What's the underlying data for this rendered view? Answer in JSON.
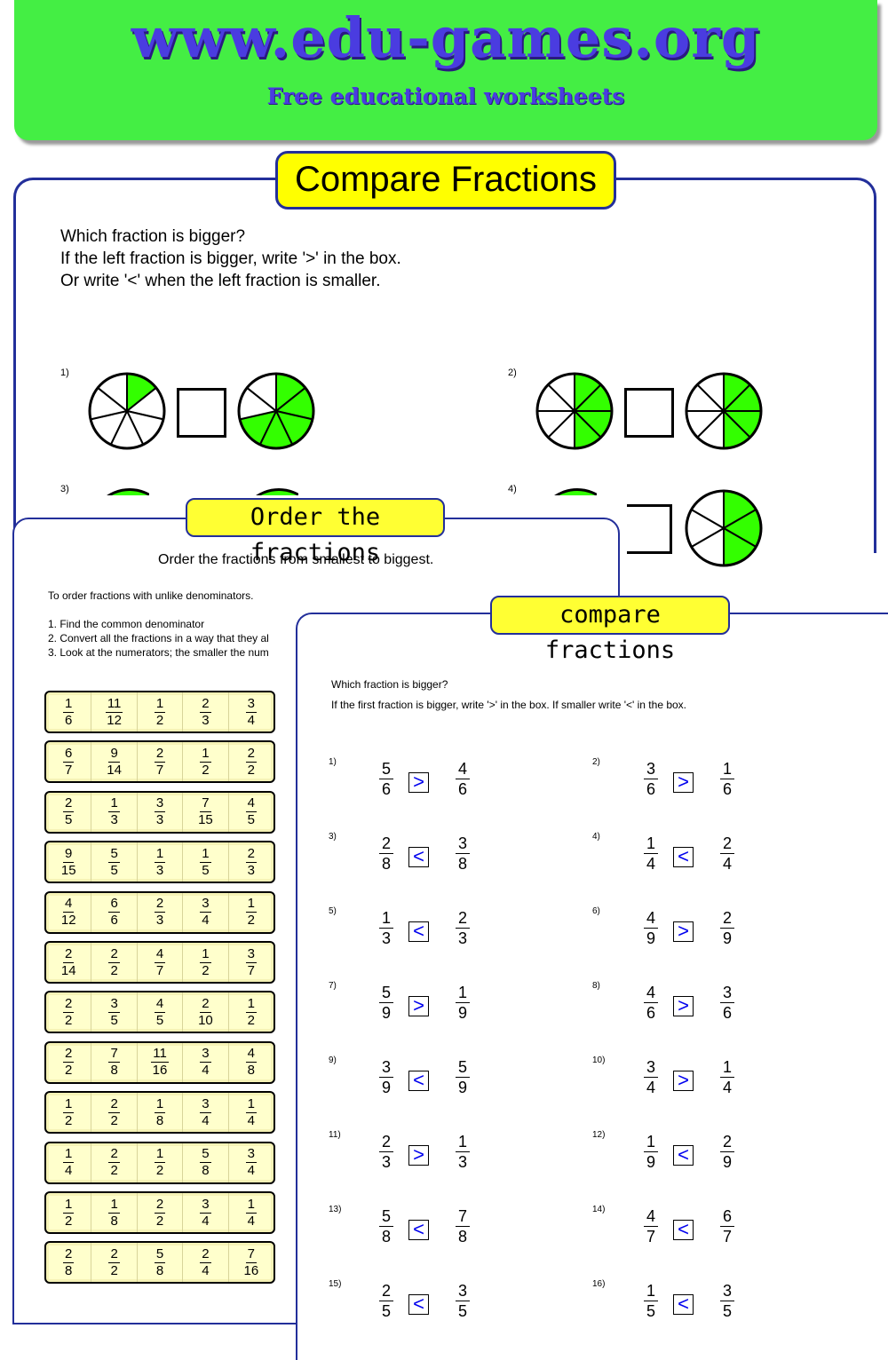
{
  "header": {
    "site": "www.edu-games.org",
    "tagline": "Free educational worksheets"
  },
  "compare_sheet": {
    "title": "Compare Fractions",
    "instructions": [
      "Which fraction is bigger?",
      "If the left fraction is bigger, write '>' in the box.",
      "Or write '<' when the left fraction is smaller."
    ],
    "questions": [
      {
        "number": "1)",
        "left": {
          "parts": 7,
          "filled": 1
        },
        "answer": "",
        "right": {
          "parts": 7,
          "filled": 5
        }
      },
      {
        "number": "2)",
        "left": {
          "parts": 8,
          "filled": 4
        },
        "answer": "",
        "right": {
          "parts": 8,
          "filled": 4
        }
      },
      {
        "number": "3)"
      },
      {
        "number": "4)",
        "right": {
          "parts": 6,
          "filled": 3
        }
      }
    ]
  },
  "order_sheet": {
    "title": "Order the fractions",
    "instruction": "Order the fractions from smallest to biggest.",
    "help_title": "To order fractions with unlike denominators.",
    "help_steps": [
      "1. Find the common denominator",
      "2. Convert all the fractions in a way that they al",
      "3. Look at the numerators; the smaller the num"
    ],
    "rows": [
      [
        [
          "1",
          "6"
        ],
        [
          "11",
          "12"
        ],
        [
          "1",
          "2"
        ],
        [
          "2",
          "3"
        ],
        [
          "3",
          "4"
        ]
      ],
      [
        [
          "6",
          "7"
        ],
        [
          "9",
          "14"
        ],
        [
          "2",
          "7"
        ],
        [
          "1",
          "2"
        ],
        [
          "2",
          "2"
        ]
      ],
      [
        [
          "2",
          "5"
        ],
        [
          "1",
          "3"
        ],
        [
          "3",
          "3"
        ],
        [
          "7",
          "15"
        ],
        [
          "4",
          "5"
        ]
      ],
      [
        [
          "9",
          "15"
        ],
        [
          "5",
          "5"
        ],
        [
          "1",
          "3"
        ],
        [
          "1",
          "5"
        ],
        [
          "2",
          "3"
        ]
      ],
      [
        [
          "4",
          "12"
        ],
        [
          "6",
          "6"
        ],
        [
          "2",
          "3"
        ],
        [
          "3",
          "4"
        ],
        [
          "1",
          "2"
        ]
      ],
      [
        [
          "2",
          "14"
        ],
        [
          "2",
          "2"
        ],
        [
          "4",
          "7"
        ],
        [
          "1",
          "2"
        ],
        [
          "3",
          "7"
        ]
      ],
      [
        [
          "2",
          "2"
        ],
        [
          "3",
          "5"
        ],
        [
          "4",
          "5"
        ],
        [
          "2",
          "10"
        ],
        [
          "1",
          "2"
        ]
      ],
      [
        [
          "2",
          "2"
        ],
        [
          "7",
          "8"
        ],
        [
          "11",
          "16"
        ],
        [
          "3",
          "4"
        ],
        [
          "4",
          "8"
        ]
      ],
      [
        [
          "1",
          "2"
        ],
        [
          "2",
          "2"
        ],
        [
          "1",
          "8"
        ],
        [
          "3",
          "4"
        ],
        [
          "1",
          "4"
        ]
      ],
      [
        [
          "1",
          "4"
        ],
        [
          "2",
          "2"
        ],
        [
          "1",
          "2"
        ],
        [
          "5",
          "8"
        ],
        [
          "3",
          "4"
        ]
      ],
      [
        [
          "1",
          "2"
        ],
        [
          "1",
          "8"
        ],
        [
          "2",
          "2"
        ],
        [
          "3",
          "4"
        ],
        [
          "1",
          "4"
        ]
      ],
      [
        [
          "2",
          "8"
        ],
        [
          "2",
          "2"
        ],
        [
          "5",
          "8"
        ],
        [
          "2",
          "4"
        ],
        [
          "7",
          "16"
        ]
      ]
    ]
  },
  "compare_sheet_2": {
    "title": "compare fractions",
    "instructions": [
      "Which fraction is bigger?",
      "If the first fraction is bigger, write '>' in the box. If smaller write '<' in the box."
    ],
    "problems": [
      {
        "number": "1)",
        "left": [
          "5",
          "6"
        ],
        "symbol": ">",
        "right": [
          "4",
          "6"
        ]
      },
      {
        "number": "2)",
        "left": [
          "3",
          "6"
        ],
        "symbol": ">",
        "right": [
          "1",
          "6"
        ]
      },
      {
        "number": "3)",
        "left": [
          "2",
          "8"
        ],
        "symbol": "<",
        "right": [
          "3",
          "8"
        ]
      },
      {
        "number": "4)",
        "left": [
          "1",
          "4"
        ],
        "symbol": "<",
        "right": [
          "2",
          "4"
        ]
      },
      {
        "number": "5)",
        "left": [
          "1",
          "3"
        ],
        "symbol": "<",
        "right": [
          "2",
          "3"
        ]
      },
      {
        "number": "6)",
        "left": [
          "4",
          "9"
        ],
        "symbol": ">",
        "right": [
          "2",
          "9"
        ]
      },
      {
        "number": "7)",
        "left": [
          "5",
          "9"
        ],
        "symbol": ">",
        "right": [
          "1",
          "9"
        ]
      },
      {
        "number": "8)",
        "left": [
          "4",
          "6"
        ],
        "symbol": ">",
        "right": [
          "3",
          "6"
        ]
      },
      {
        "number": "9)",
        "left": [
          "3",
          "9"
        ],
        "symbol": "<",
        "right": [
          "5",
          "9"
        ]
      },
      {
        "number": "10)",
        "left": [
          "3",
          "4"
        ],
        "symbol": ">",
        "right": [
          "1",
          "4"
        ]
      },
      {
        "number": "11)",
        "left": [
          "2",
          "3"
        ],
        "symbol": ">",
        "right": [
          "1",
          "3"
        ]
      },
      {
        "number": "12)",
        "left": [
          "1",
          "9"
        ],
        "symbol": "<",
        "right": [
          "2",
          "9"
        ]
      },
      {
        "number": "13)",
        "left": [
          "5",
          "8"
        ],
        "symbol": "<",
        "right": [
          "7",
          "8"
        ]
      },
      {
        "number": "14)",
        "left": [
          "4",
          "7"
        ],
        "symbol": "<",
        "right": [
          "6",
          "7"
        ]
      },
      {
        "number": "15)",
        "left": [
          "2",
          "5"
        ],
        "symbol": "<",
        "right": [
          "3",
          "5"
        ]
      },
      {
        "number": "16)",
        "left": [
          "1",
          "5"
        ],
        "symbol": "<",
        "right": [
          "3",
          "5"
        ]
      }
    ]
  },
  "colors": {
    "banner": "#44ee44",
    "title_box": "#ffff00",
    "pie_fill": "#33ff00",
    "frame": "#232f9a",
    "answer_symbol": "#0000ee",
    "row_fill": "#ffffcc"
  }
}
